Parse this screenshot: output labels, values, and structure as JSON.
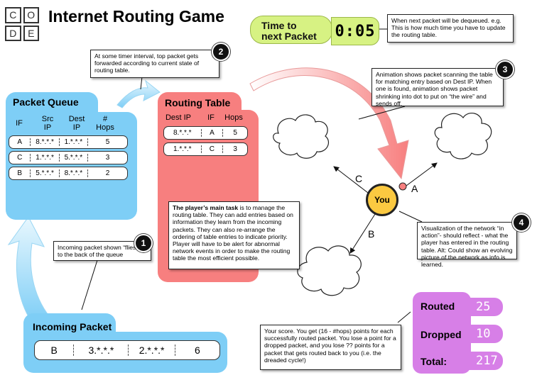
{
  "logo": {
    "letters": [
      "C",
      "O",
      "D",
      "E"
    ]
  },
  "title": "Internet Routing Game",
  "timer": {
    "label_line1": "Time to",
    "label_line2": "next Packet",
    "display": "0:05"
  },
  "notes": {
    "timer_note": "When next packet will be dequeued.  e.g. This is how much time you have to update the routing table.",
    "note2": "At some timer interval, top packet gets forwarded according to current state of routing table.",
    "note3": "Animation shows packet scanning the table for matching entry based on Dest IP.  When one is found, animation shows packet shrinking into dot to put on “the wire” and sends off.",
    "note1": "Incoming packet shown “flies in” to the back of the queue",
    "note4": "Visualization of the network “in action”- should reflect - what the player has entered in the routing table. Alt: Could show an evolving picture of the network as info is learned.",
    "player_task_bold": "The player’s main task",
    "player_task_rest": " is to manage the routing table.  They can add entries based on information they learn from the incoming packets.  They can also re-arrange the ordering of table entries to indicate priority.  Player will have to be alert for abnormal network events in order to make the routing table the most efficient possible.",
    "score_note": "Your score.  You get (16 - #hops) points for each successfully routed packet.  You lose a point for a dropped packet, and you lose ?? points for a packet that gets routed back to you (i.e. the dreaded cycle!)"
  },
  "badges": [
    "1",
    "2",
    "3",
    "4"
  ],
  "packet_queue": {
    "title": "Packet Queue",
    "headers": {
      "if": "IF",
      "src1": "Src",
      "src2": "IP",
      "dest1": "Dest",
      "dest2": "IP",
      "hops1": "#",
      "hops2": "Hops"
    },
    "rows": [
      {
        "if": "A",
        "src": "8.*.*.*",
        "dest": "1.*.*.*",
        "hops": "5"
      },
      {
        "if": "C",
        "src": "1.*.*.*",
        "dest": "5.*.*.*",
        "hops": "3"
      },
      {
        "if": "B",
        "src": "5.*.*.*",
        "dest": "8.*.*.*",
        "hops": "2"
      }
    ]
  },
  "routing_table": {
    "title": "Routing Table",
    "headers": {
      "dest": "Dest IP",
      "if": "IF",
      "hops": "Hops"
    },
    "rows": [
      {
        "dest": "8.*.*.*",
        "if": "A",
        "hops": "5"
      },
      {
        "dest": "1.*.*.*",
        "if": "C",
        "hops": "3"
      }
    ]
  },
  "incoming_packet": {
    "title": "Incoming Packet",
    "if": "B",
    "src": "3.*.*.*",
    "dest": "2.*.*.*",
    "hops": "6"
  },
  "network": {
    "you": "You",
    "link_a": "A",
    "link_b": "B",
    "link_c": "C"
  },
  "score": {
    "routed_label": "Routed",
    "routed_value": "25",
    "dropped_label": "Dropped",
    "dropped_value": "10",
    "total_label": "Total:",
    "total_value": "217"
  },
  "colors": {
    "queue": "#7ecef6",
    "routing": "#f77f7f",
    "timer": "#d7f283",
    "score": "#d77fe7",
    "you": "#fbc941"
  }
}
